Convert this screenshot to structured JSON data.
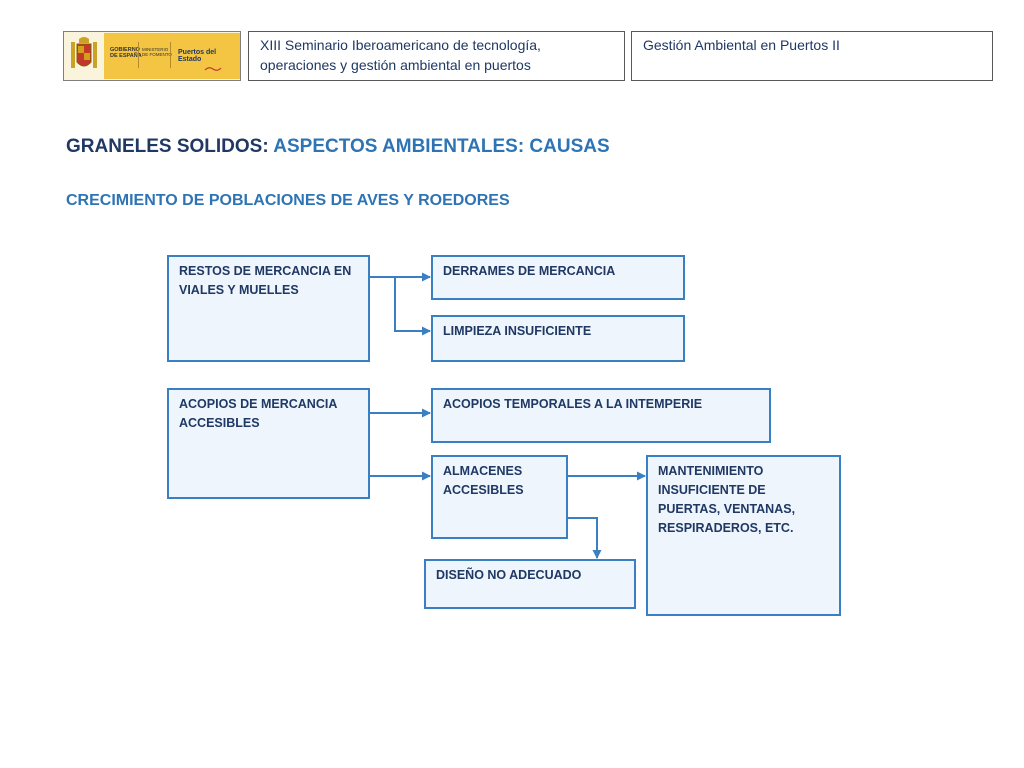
{
  "header": {
    "logo": {
      "gobierno_line1": "GOBIERNO",
      "gobierno_line2": "DE ESPAÑA",
      "ministerio_line1": "MINISTERIO",
      "ministerio_line2": "DE FOMENTO",
      "puertos": "Puertos del Estado"
    },
    "seminar_line1": "XIII Seminario Iberoamericano de tecnología,",
    "seminar_line2": "operaciones y gestión ambiental en puertos",
    "course": "Gestión Ambiental en Puertos II"
  },
  "title": {
    "part1": "GRANELES SOLIDOS:",
    "part2": "ASPECTOS AMBIENTALES: CAUSAS"
  },
  "subtitle": "CRECIMIENTO DE POBLACIONES DE AVES Y ROEDORES",
  "colors": {
    "title_dark": "#1f3864",
    "accent_blue": "#2e74b5",
    "box_border": "#3a7fc1",
    "box_fill": "#eef5fc"
  },
  "diagram": {
    "restos": {
      "line1": "RESTOS DE MERCANCIA EN",
      "line2": "VIALES Y MUELLES"
    },
    "derrames": "DERRAMES DE MERCANCIA",
    "limpieza": "LIMPIEZA INSUFICIENTE",
    "acopios": {
      "line1": "ACOPIOS DE MERCANCIA",
      "line2": "ACCESIBLES"
    },
    "temporales": "ACOPIOS TEMPORALES A LA INTEMPERIE",
    "almacenes": {
      "line1": "ALMACENES",
      "line2": "ACCESIBLES"
    },
    "mantenimiento": {
      "line1": "MANTENIMIENTO",
      "line2": "INSUFICIENTE DE",
      "line3": "PUERTAS, VENTANAS,",
      "line4": "RESPIRADEROS, ETC."
    },
    "diseno": "DISEÑO NO ADECUADO"
  }
}
